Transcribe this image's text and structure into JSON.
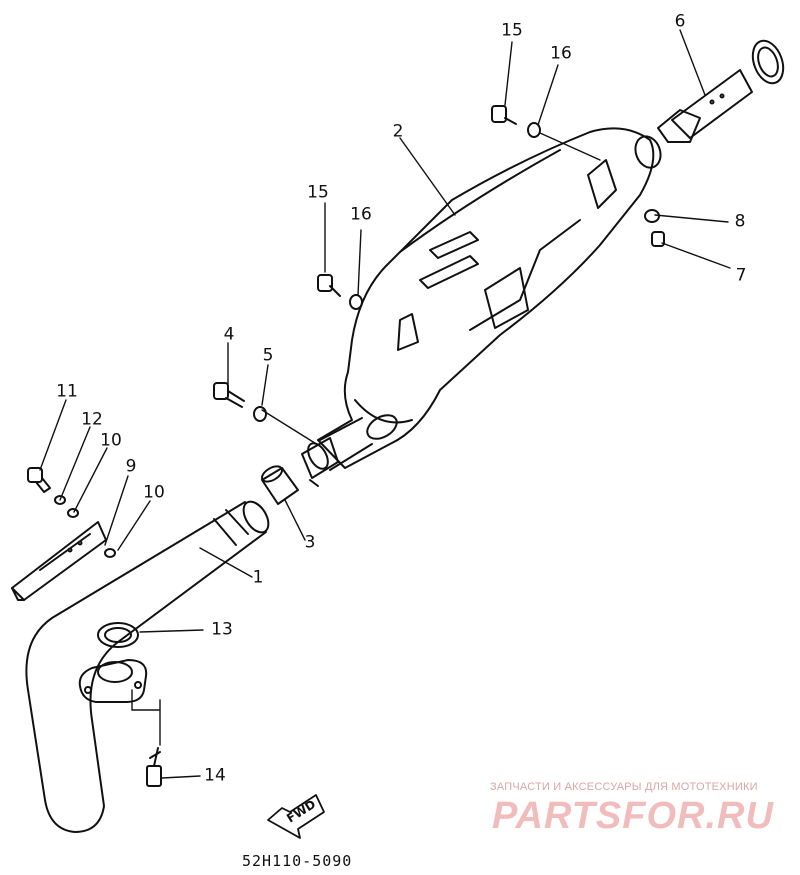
{
  "diagram": {
    "callouts": [
      "1",
      "2",
      "3",
      "4",
      "5",
      "6",
      "7",
      "8",
      "9",
      "10",
      "10",
      "11",
      "12",
      "13",
      "14",
      "15",
      "15",
      "16",
      "16"
    ],
    "fwd_label": "FWD",
    "part_code": "52H110-5090"
  },
  "watermark": {
    "tagline": "ЗАПЧАСТИ И АКСЕССУАРЫ ДЛЯ МОТОТЕХНИКИ",
    "logo_text": "PARTSFOR.RU"
  }
}
